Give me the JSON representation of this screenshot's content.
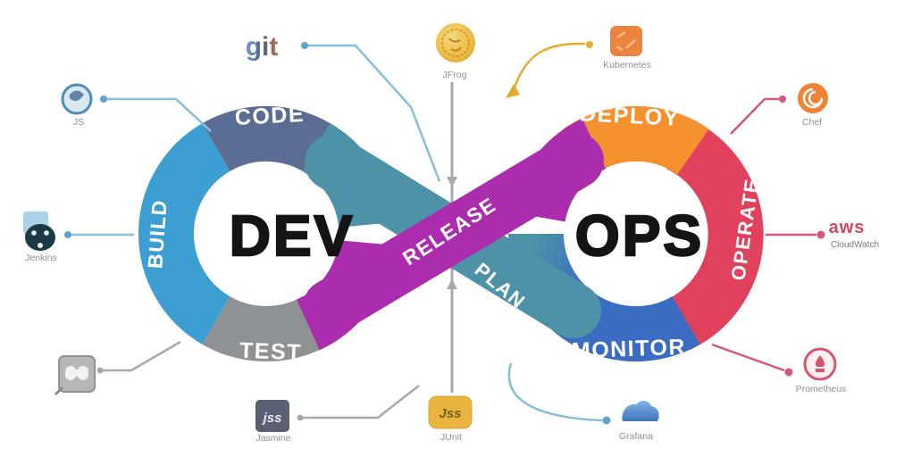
{
  "loop": {
    "dev": "DEV",
    "ops": "OPS",
    "segments": [
      {
        "id": "code",
        "label": "CODE",
        "color": "#5c6d94"
      },
      {
        "id": "build",
        "label": "BUILD",
        "color": "#3d9fd1"
      },
      {
        "id": "test",
        "label": "TEST",
        "color": "#8f9295"
      },
      {
        "id": "release",
        "label": "RELEASE",
        "color": "#ab2cac"
      },
      {
        "id": "plan",
        "label": "PLAN",
        "color": "#4e92a8"
      },
      {
        "id": "deploy",
        "label": "DEPLOY",
        "color": "#f5912f"
      },
      {
        "id": "operate",
        "label": "OPERATE",
        "color": "#e0415d"
      },
      {
        "id": "monitor",
        "label": "MONITOR",
        "color": "#3a6cc2"
      }
    ]
  },
  "tools": {
    "git": {
      "label": "git"
    },
    "js": {
      "label": "JS"
    },
    "jenkins": {
      "label": "Jenkins"
    },
    "jasmine": {
      "label": "Jasmine",
      "icon_text": "jss"
    },
    "junit": {
      "label": "JUnit",
      "icon_text": "Jss"
    },
    "jfrog": {
      "label": "JFrog"
    },
    "kubernetes": {
      "label": "Kubernetes"
    },
    "chef": {
      "label": "Chef"
    },
    "aws": {
      "label": "aws",
      "sublabel": "CloudWatch"
    },
    "prometheus": {
      "label": "Prometheus"
    },
    "grafana": {
      "label": "Grafana"
    }
  },
  "colors": {
    "connector_blue": "#87bedb",
    "connector_blue_dot": "#5fa3c9",
    "connector_gray": "#a9a9a9",
    "connector_gold": "#e3ad2f",
    "connector_pink": "#d6577a",
    "aws_red": "#d6455f",
    "background": "#ffffff"
  }
}
